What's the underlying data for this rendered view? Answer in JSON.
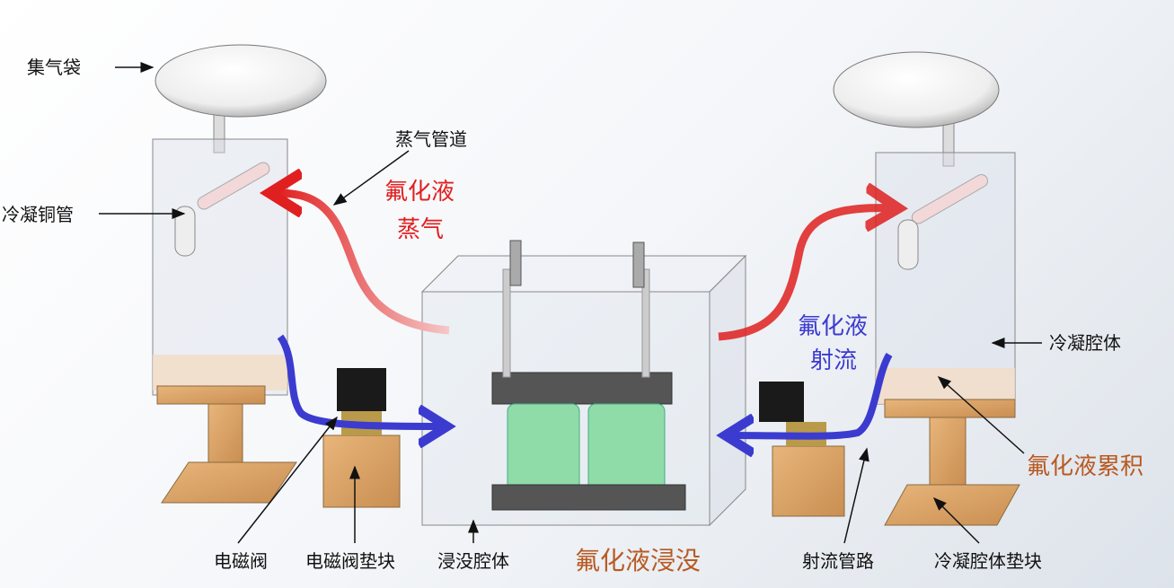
{
  "labels": {
    "gas_bag": "集气袋",
    "vapor_pipe": "蒸气管道",
    "condenser_copper_tube": "冷凝铜管",
    "fluoride_vapor_line1": "氟化液",
    "fluoride_vapor_line2": "蒸气",
    "fluoride_jet_line1": "氟化液",
    "fluoride_jet_line2": "射流",
    "condenser_chamber": "冷凝腔体",
    "fluoride_accumulation": "氟化液累积",
    "solenoid_valve": "电磁阀",
    "solenoid_valve_pad": "电磁阀垫块",
    "immersion_chamber": "浸没腔体",
    "fluoride_immersion": "氟化液浸没",
    "jet_pipeline": "射流管路",
    "condenser_chamber_pad": "冷凝腔体垫块"
  },
  "colors": {
    "vapor": "#e02020",
    "jet": "#3b3bd0",
    "highlight": "#b85a22",
    "wood": "#d9a46a",
    "battery": "#8fdca8"
  }
}
